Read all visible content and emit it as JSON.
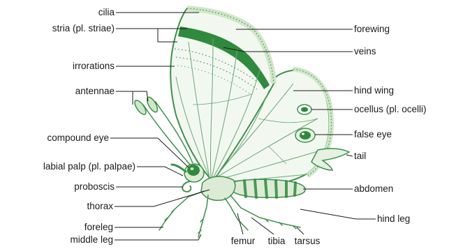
{
  "colors": {
    "wing_fill": "#f2f8f0",
    "wing_outline": "#3f8f4e",
    "stria_band": "#2f8a3e",
    "cilia_fringe": "#cfe6c8",
    "body_fill": "#dcebd6",
    "leader_line": "#1a1a1a",
    "label_text": "#1a1a1a"
  },
  "labels": {
    "cilia": "cilia",
    "stria": "stria (pl. striae)",
    "irrorations": "irrorations",
    "antennae": "antennae",
    "compound_eye": "compound eye",
    "labial_palp": "labial palp (pl. palpae)",
    "proboscis": "proboscis",
    "thorax": "thorax",
    "foreleg": "foreleg",
    "middle_leg": "middle leg",
    "femur": "femur",
    "tibia": "tibia",
    "tarsus": "tarsus",
    "forewing": "forewing",
    "veins": "veins",
    "hind_wing": "hind wing",
    "ocellus": "ocellus (pl. ocelli)",
    "false_eye": "false eye",
    "tail": "tail",
    "abdomen": "abdomen",
    "hind_leg": "hind leg"
  }
}
